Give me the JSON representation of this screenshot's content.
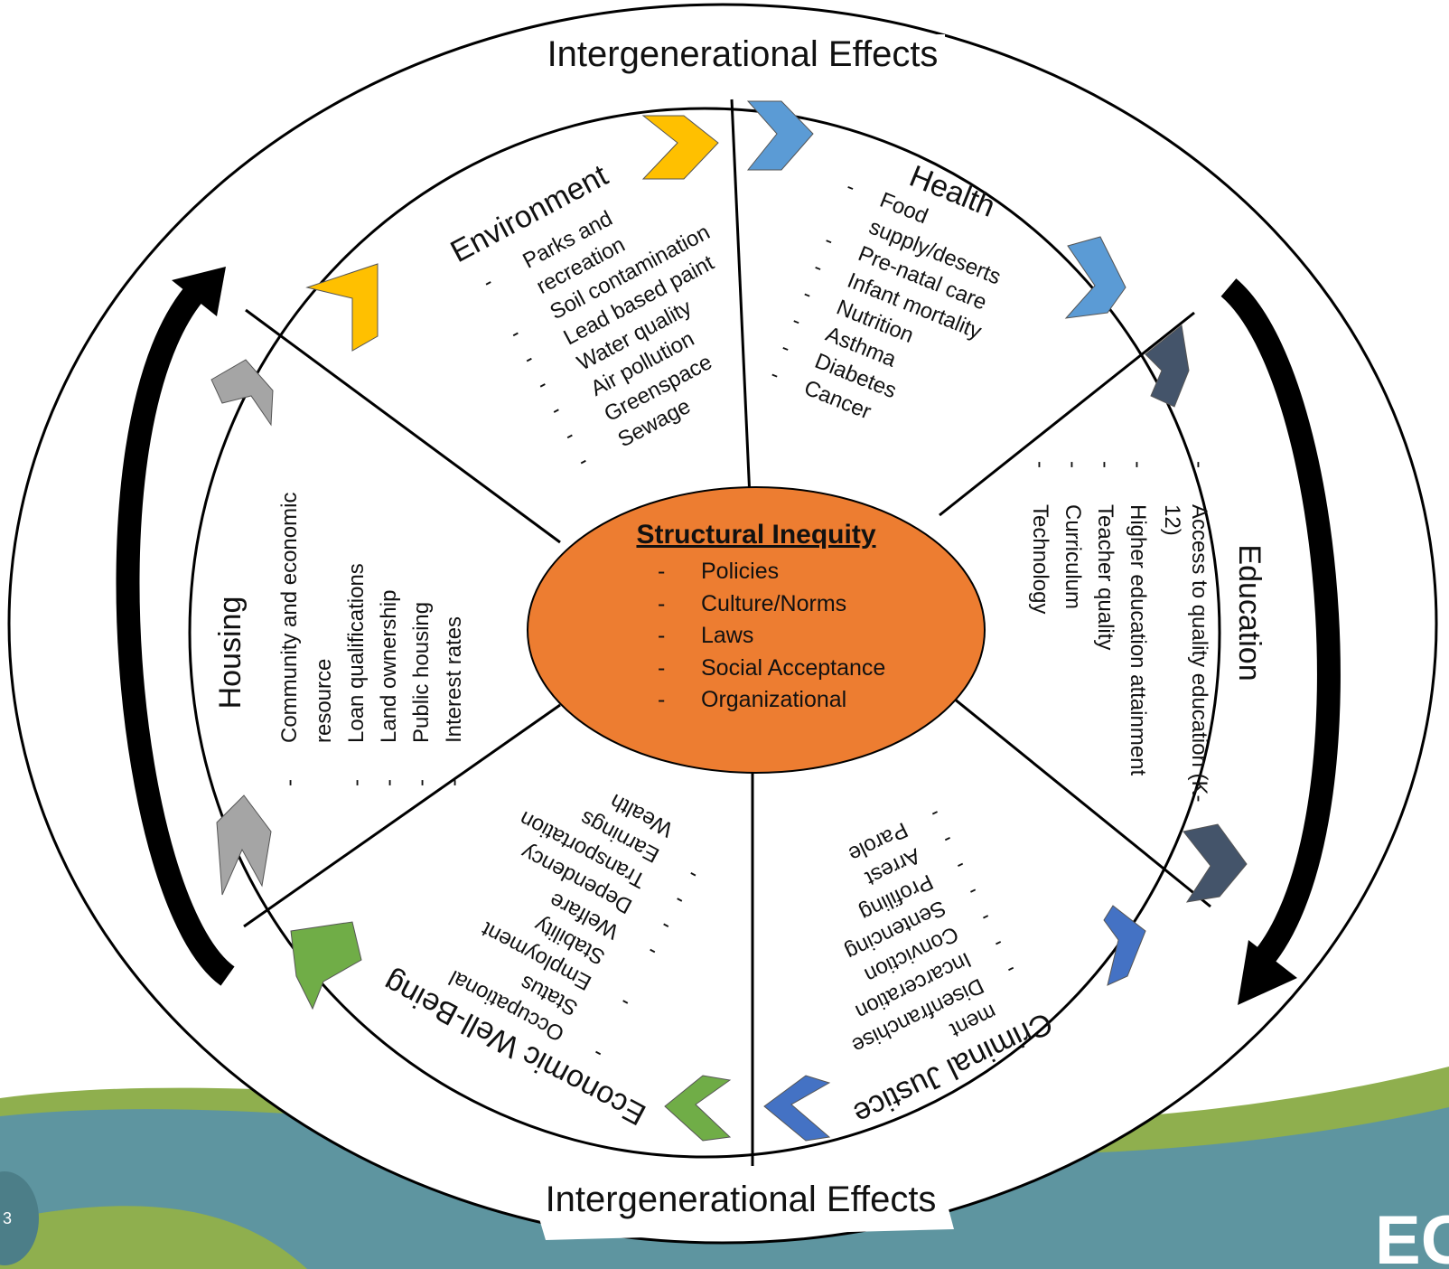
{
  "page": {
    "slide_number": "3",
    "logo_text": "EG"
  },
  "outer_ring": {
    "top_label": "Intergenerational Effects",
    "bottom_label": "Intergenerational Effects"
  },
  "center": {
    "title": "Structural Inequity",
    "items": [
      "Policies",
      "Culture/Norms",
      "Laws",
      "Social Acceptance",
      "Organizational"
    ],
    "color": "#ED7D31"
  },
  "segments": {
    "environment": {
      "title": "Environment",
      "color": "#FFC000",
      "items": [
        "Parks and",
        "recreation",
        "Soil contamination",
        "Lead based paint",
        "Water quality",
        "Air pollution",
        "Greenspace",
        "Sewage"
      ]
    },
    "health": {
      "title": "Health",
      "color": "#5B9BD5",
      "items": [
        "Food",
        "supply/deserts",
        "Pre-natal care",
        "Infant mortality",
        "Nutrition",
        "Asthma",
        "Diabetes",
        "Cancer"
      ]
    },
    "education": {
      "title": "Education",
      "color": "#44546A",
      "items": [
        "Access to quality education (K-",
        "12)",
        "Higher education attainment",
        "Teacher quality",
        "Curriculum",
        "Technology"
      ]
    },
    "criminal_justice": {
      "title": "Criminal Justice",
      "color": "#4472C4",
      "items": [
        "Parole",
        "Arrest",
        "Profiling",
        "Sentencing",
        "Conviction",
        "Incarceration",
        "Disenfranchise",
        "ment"
      ]
    },
    "economic": {
      "title": "Economic Well-Being",
      "color": "#70AD47",
      "items": [
        "Wealth",
        "Earnings",
        "Transportation",
        "Dependency",
        "Welfare",
        "Stability",
        "Employment",
        "Status",
        "Occupational"
      ]
    },
    "housing": {
      "title": "Housing",
      "color": "#A5A5A5",
      "items": [
        "Community and economic",
        "resource",
        "Loan qualifications",
        "Land ownership",
        "Public housing",
        "Interest rates"
      ]
    }
  },
  "colors": {
    "band_teal": "#5E95A0",
    "band_green": "#8FAF4E",
    "bullet_dash": "-"
  }
}
